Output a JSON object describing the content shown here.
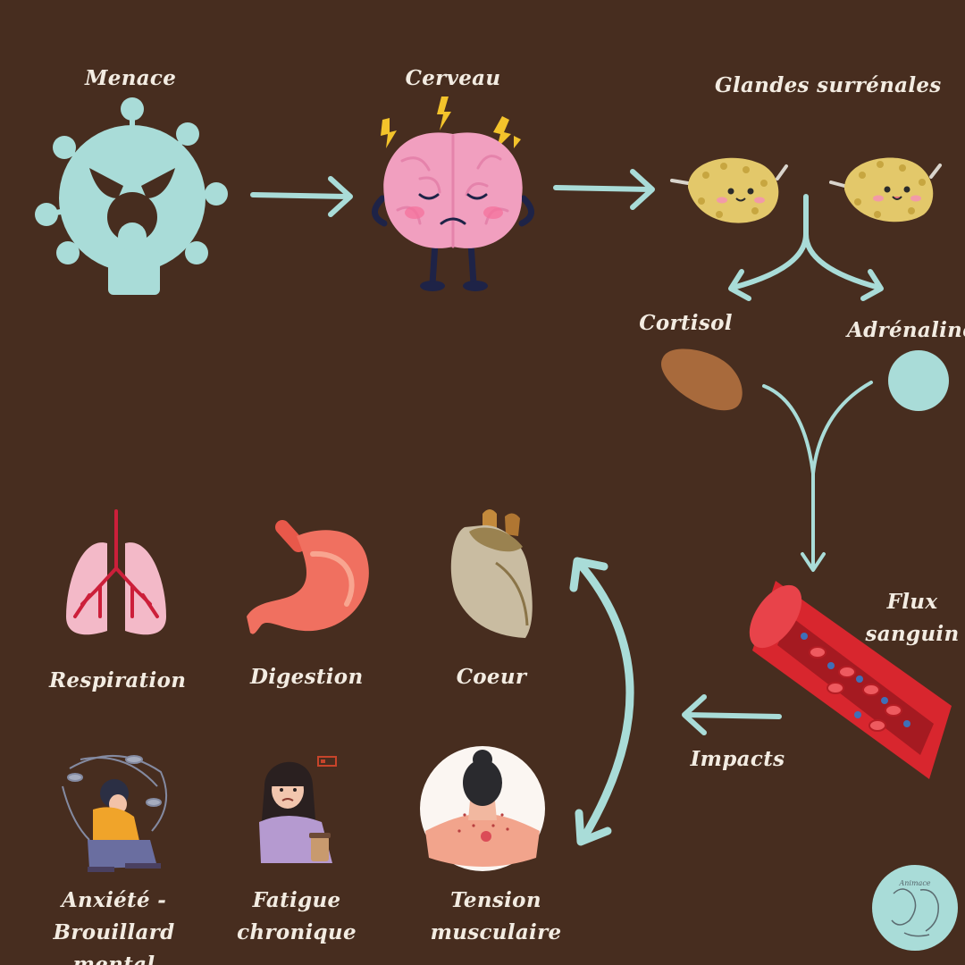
{
  "labels": {
    "menace": "Menace",
    "cerveau": "Cerveau",
    "glandes": "Glandes surrénales",
    "cortisol": "Cortisol",
    "adrenaline": "Adrénaline",
    "flux": "Flux\nsanguin",
    "impacts": "Impacts",
    "respiration": "Respiration",
    "digestion": "Digestion",
    "coeur": "Coeur",
    "anxiete": "Anxiété -\nBrouillard mental",
    "fatigue": "Fatigue\nchronique",
    "tension": "Tension\nmusculaire"
  },
  "logo_text": "Animace",
  "colors": {
    "background": "#472d1f",
    "accent": "#a9dcd8",
    "text": "#f3ece2",
    "cortisol": "#a86a3c",
    "brain": "#f19fbf",
    "vessel": "#d8262e"
  }
}
